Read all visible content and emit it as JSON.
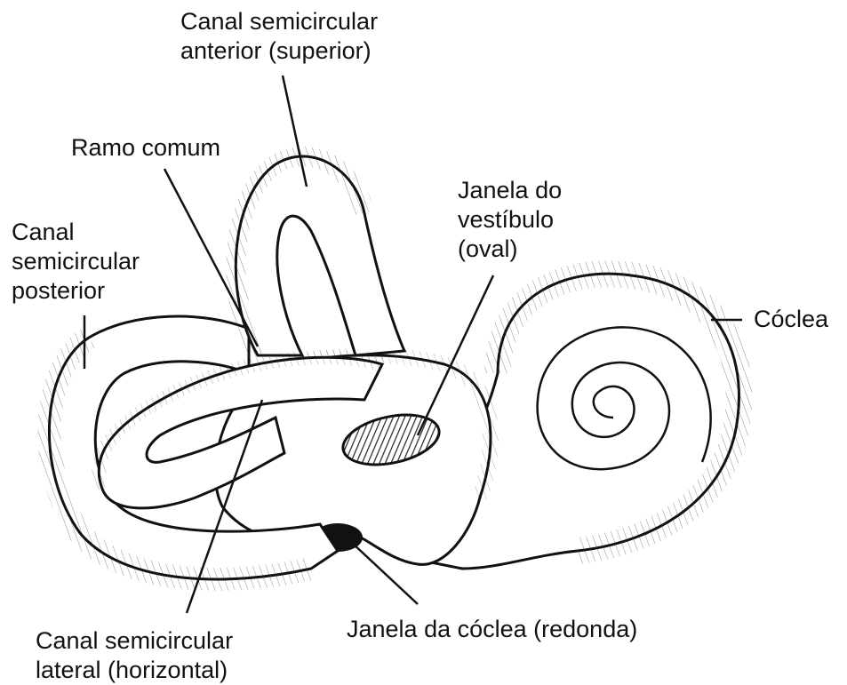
{
  "labels": {
    "anterior": {
      "line1": "Canal semicircular",
      "line2": "anterior (superior)"
    },
    "ramo": {
      "line1": "Ramo comum"
    },
    "posterior": {
      "line1": "Canal",
      "line2": "semicircular",
      "line3": "posterior"
    },
    "vestibulo": {
      "line1": "Janela do",
      "line2": "vestíbulo",
      "line3": "(oval)"
    },
    "coclea": {
      "line1": "Cóclea"
    },
    "lateral": {
      "line1": "Canal semicircular",
      "line2": "lateral (horizontal)"
    },
    "redonda": {
      "line1": "Janela da cóclea (redonda)"
    }
  },
  "colors": {
    "ink": "#111111",
    "fill": "#ffffff",
    "hatch": "#222222"
  }
}
